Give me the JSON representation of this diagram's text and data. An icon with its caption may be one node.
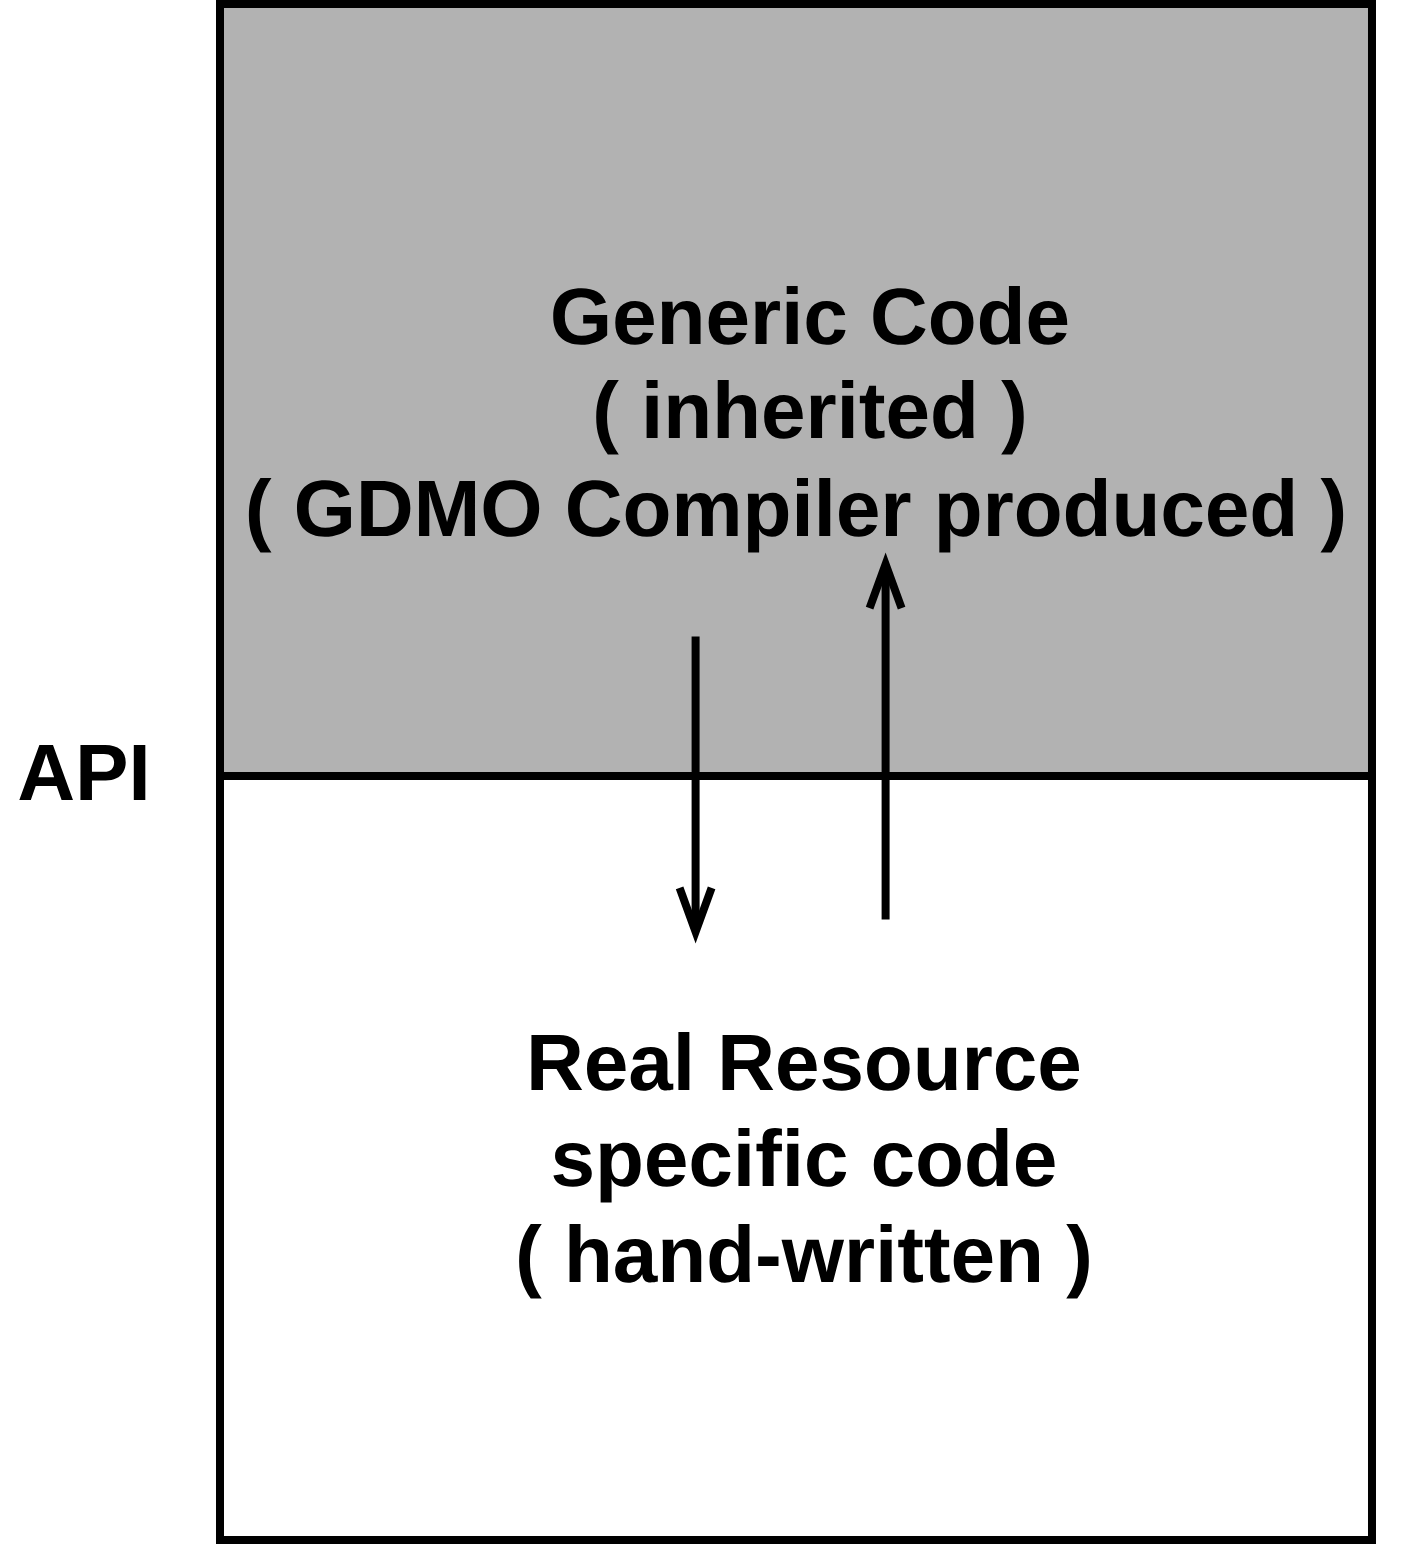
{
  "diagram": {
    "nodes": [
      {
        "text": [
          "Generic Code",
          "( inherited )",
          "( GDMO Compiler produced )"
        ]
      },
      {
        "text": [
          "Real Resource",
          "specific code",
          "( hand-written )"
        ]
      }
    ],
    "edges": [
      {
        "from": 0,
        "to": 1,
        "arrow": "to"
      },
      {
        "from": 1,
        "to": 0,
        "arrow": "to"
      }
    ],
    "labels": [
      "API"
    ]
  }
}
